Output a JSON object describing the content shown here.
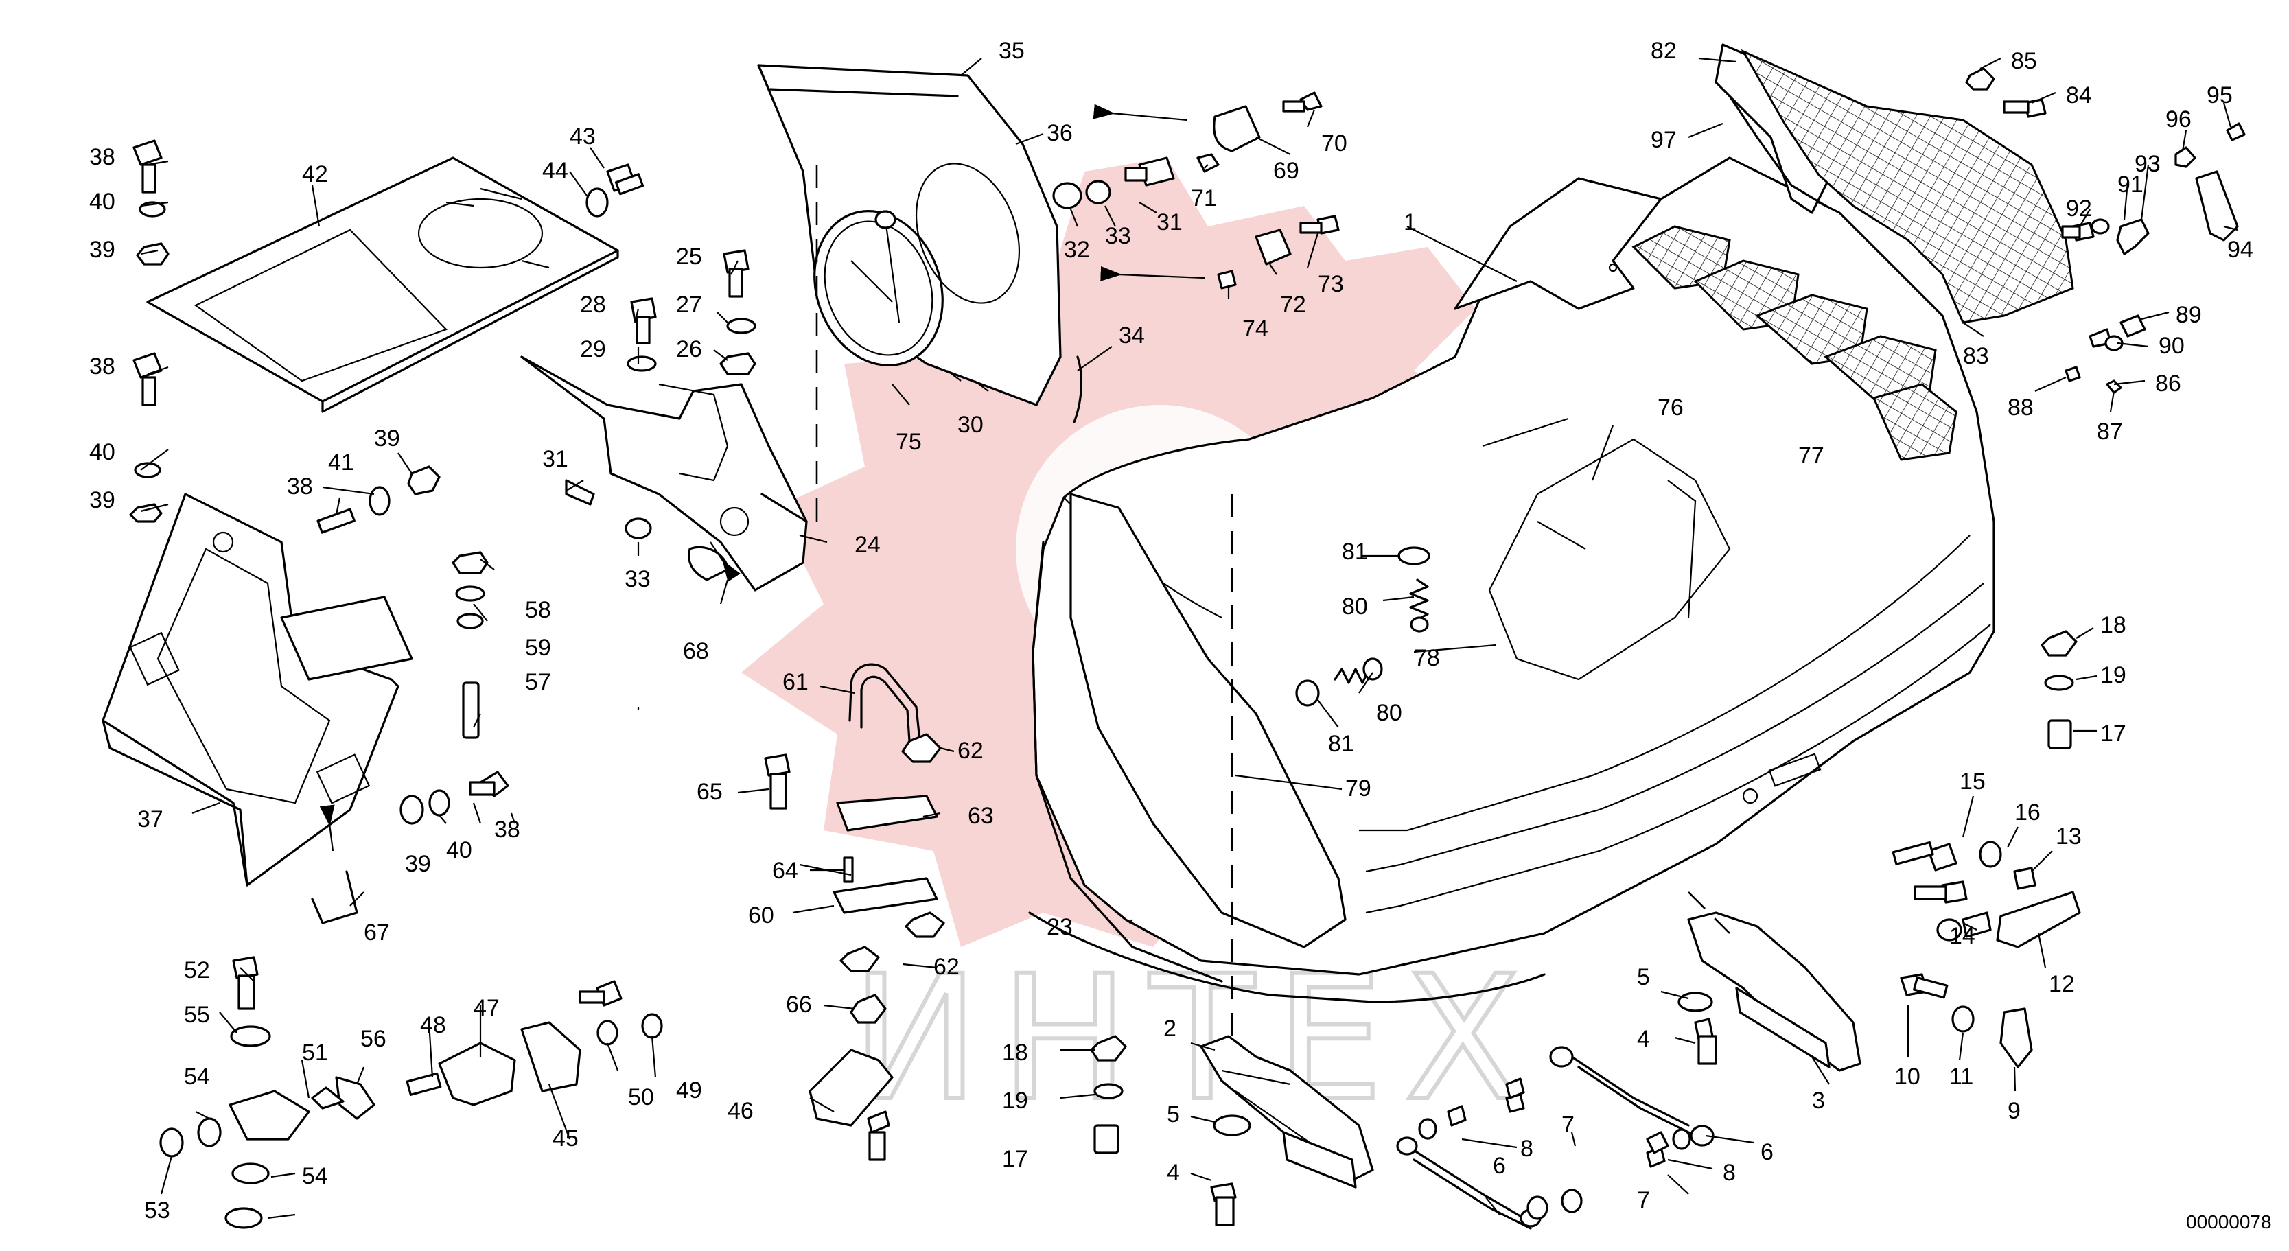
{
  "drawing": {
    "code": "00000078",
    "watermark": "ИНТЕХ"
  },
  "parts": [
    {
      "id": "part-1",
      "label": "1"
    },
    {
      "id": "part-2",
      "label": "2"
    },
    {
      "id": "part-3",
      "label": "3"
    },
    {
      "id": "part-4a",
      "label": "4"
    },
    {
      "id": "part-4b",
      "label": "4"
    },
    {
      "id": "part-5a",
      "label": "5"
    },
    {
      "id": "part-5b",
      "label": "5"
    },
    {
      "id": "part-6a",
      "label": "6"
    },
    {
      "id": "part-6b",
      "label": "6"
    },
    {
      "id": "part-7a",
      "label": "7"
    },
    {
      "id": "part-7b",
      "label": "7"
    },
    {
      "id": "part-8a",
      "label": "8"
    },
    {
      "id": "part-8b",
      "label": "8"
    },
    {
      "id": "part-9",
      "label": "9"
    },
    {
      "id": "part-10",
      "label": "10"
    },
    {
      "id": "part-11",
      "label": "11"
    },
    {
      "id": "part-12",
      "label": "12"
    },
    {
      "id": "part-13",
      "label": "13"
    },
    {
      "id": "part-14",
      "label": "14"
    },
    {
      "id": "part-15",
      "label": "15"
    },
    {
      "id": "part-16",
      "label": "16"
    },
    {
      "id": "part-17a",
      "label": "17"
    },
    {
      "id": "part-17b",
      "label": "17"
    },
    {
      "id": "part-18a",
      "label": "18"
    },
    {
      "id": "part-18b",
      "label": "18"
    },
    {
      "id": "part-19a",
      "label": "19"
    },
    {
      "id": "part-19b",
      "label": "19"
    },
    {
      "id": "part-23",
      "label": "23"
    },
    {
      "id": "part-24",
      "label": "24"
    },
    {
      "id": "part-25",
      "label": "25"
    },
    {
      "id": "part-26",
      "label": "26"
    },
    {
      "id": "part-27",
      "label": "27"
    },
    {
      "id": "part-28",
      "label": "28"
    },
    {
      "id": "part-29",
      "label": "29"
    },
    {
      "id": "part-30",
      "label": "30"
    },
    {
      "id": "part-31a",
      "label": "31"
    },
    {
      "id": "part-31b",
      "label": "31"
    },
    {
      "id": "part-32",
      "label": "32"
    },
    {
      "id": "part-33a",
      "label": "33"
    },
    {
      "id": "part-33b",
      "label": "33"
    },
    {
      "id": "part-34",
      "label": "34"
    },
    {
      "id": "part-35",
      "label": "35"
    },
    {
      "id": "part-36",
      "label": "36"
    },
    {
      "id": "part-37",
      "label": "37"
    },
    {
      "id": "part-38a",
      "label": "38"
    },
    {
      "id": "part-38b",
      "label": "38"
    },
    {
      "id": "part-38c",
      "label": "38"
    },
    {
      "id": "part-38d",
      "label": "38"
    },
    {
      "id": "part-39a",
      "label": "39"
    },
    {
      "id": "part-39b",
      "label": "39"
    },
    {
      "id": "part-39c",
      "label": "39"
    },
    {
      "id": "part-39d",
      "label": "39"
    },
    {
      "id": "part-40a",
      "label": "40"
    },
    {
      "id": "part-40b",
      "label": "40"
    },
    {
      "id": "part-40c",
      "label": "40"
    },
    {
      "id": "part-41",
      "label": "41"
    },
    {
      "id": "part-42",
      "label": "42"
    },
    {
      "id": "part-43",
      "label": "43"
    },
    {
      "id": "part-44",
      "label": "44"
    },
    {
      "id": "part-45",
      "label": "45"
    },
    {
      "id": "part-46",
      "label": "46"
    },
    {
      "id": "part-47",
      "label": "47"
    },
    {
      "id": "part-48",
      "label": "48"
    },
    {
      "id": "part-49",
      "label": "49"
    },
    {
      "id": "part-50",
      "label": "50"
    },
    {
      "id": "part-51",
      "label": "51"
    },
    {
      "id": "part-52",
      "label": "52"
    },
    {
      "id": "part-53",
      "label": "53"
    },
    {
      "id": "part-54a",
      "label": "54"
    },
    {
      "id": "part-54b",
      "label": "54"
    },
    {
      "id": "part-55",
      "label": "55"
    },
    {
      "id": "part-56",
      "label": "56"
    },
    {
      "id": "part-57",
      "label": "57"
    },
    {
      "id": "part-58",
      "label": "58"
    },
    {
      "id": "part-59",
      "label": "59"
    },
    {
      "id": "part-60",
      "label": "60"
    },
    {
      "id": "part-61",
      "label": "61"
    },
    {
      "id": "part-62a",
      "label": "62"
    },
    {
      "id": "part-62b",
      "label": "62"
    },
    {
      "id": "part-63",
      "label": "63"
    },
    {
      "id": "part-64",
      "label": "64"
    },
    {
      "id": "part-65",
      "label": "65"
    },
    {
      "id": "part-66",
      "label": "66"
    },
    {
      "id": "part-67",
      "label": "67"
    },
    {
      "id": "part-68",
      "label": "68"
    },
    {
      "id": "part-69",
      "label": "69"
    },
    {
      "id": "part-70",
      "label": "70"
    },
    {
      "id": "part-71",
      "label": "71"
    },
    {
      "id": "part-72",
      "label": "72"
    },
    {
      "id": "part-73",
      "label": "73"
    },
    {
      "id": "part-74",
      "label": "74"
    },
    {
      "id": "part-75",
      "label": "75"
    },
    {
      "id": "part-76",
      "label": "76"
    },
    {
      "id": "part-77",
      "label": "77"
    },
    {
      "id": "part-78",
      "label": "78"
    },
    {
      "id": "part-79",
      "label": "79"
    },
    {
      "id": "part-80a",
      "label": "80"
    },
    {
      "id": "part-80b",
      "label": "80"
    },
    {
      "id": "part-81a",
      "label": "81"
    },
    {
      "id": "part-81b",
      "label": "81"
    },
    {
      "id": "part-82",
      "label": "82"
    },
    {
      "id": "part-83",
      "label": "83"
    },
    {
      "id": "part-84",
      "label": "84"
    },
    {
      "id": "part-85",
      "label": "85"
    },
    {
      "id": "part-86",
      "label": "86"
    },
    {
      "id": "part-87",
      "label": "87"
    },
    {
      "id": "part-88",
      "label": "88"
    },
    {
      "id": "part-89",
      "label": "89"
    },
    {
      "id": "part-90",
      "label": "90"
    },
    {
      "id": "part-91",
      "label": "91"
    },
    {
      "id": "part-92",
      "label": "92"
    },
    {
      "id": "part-93",
      "label": "93"
    },
    {
      "id": "part-94",
      "label": "94"
    },
    {
      "id": "part-95",
      "label": "95"
    },
    {
      "id": "part-96",
      "label": "96"
    },
    {
      "id": "part-97",
      "label": "97"
    }
  ]
}
